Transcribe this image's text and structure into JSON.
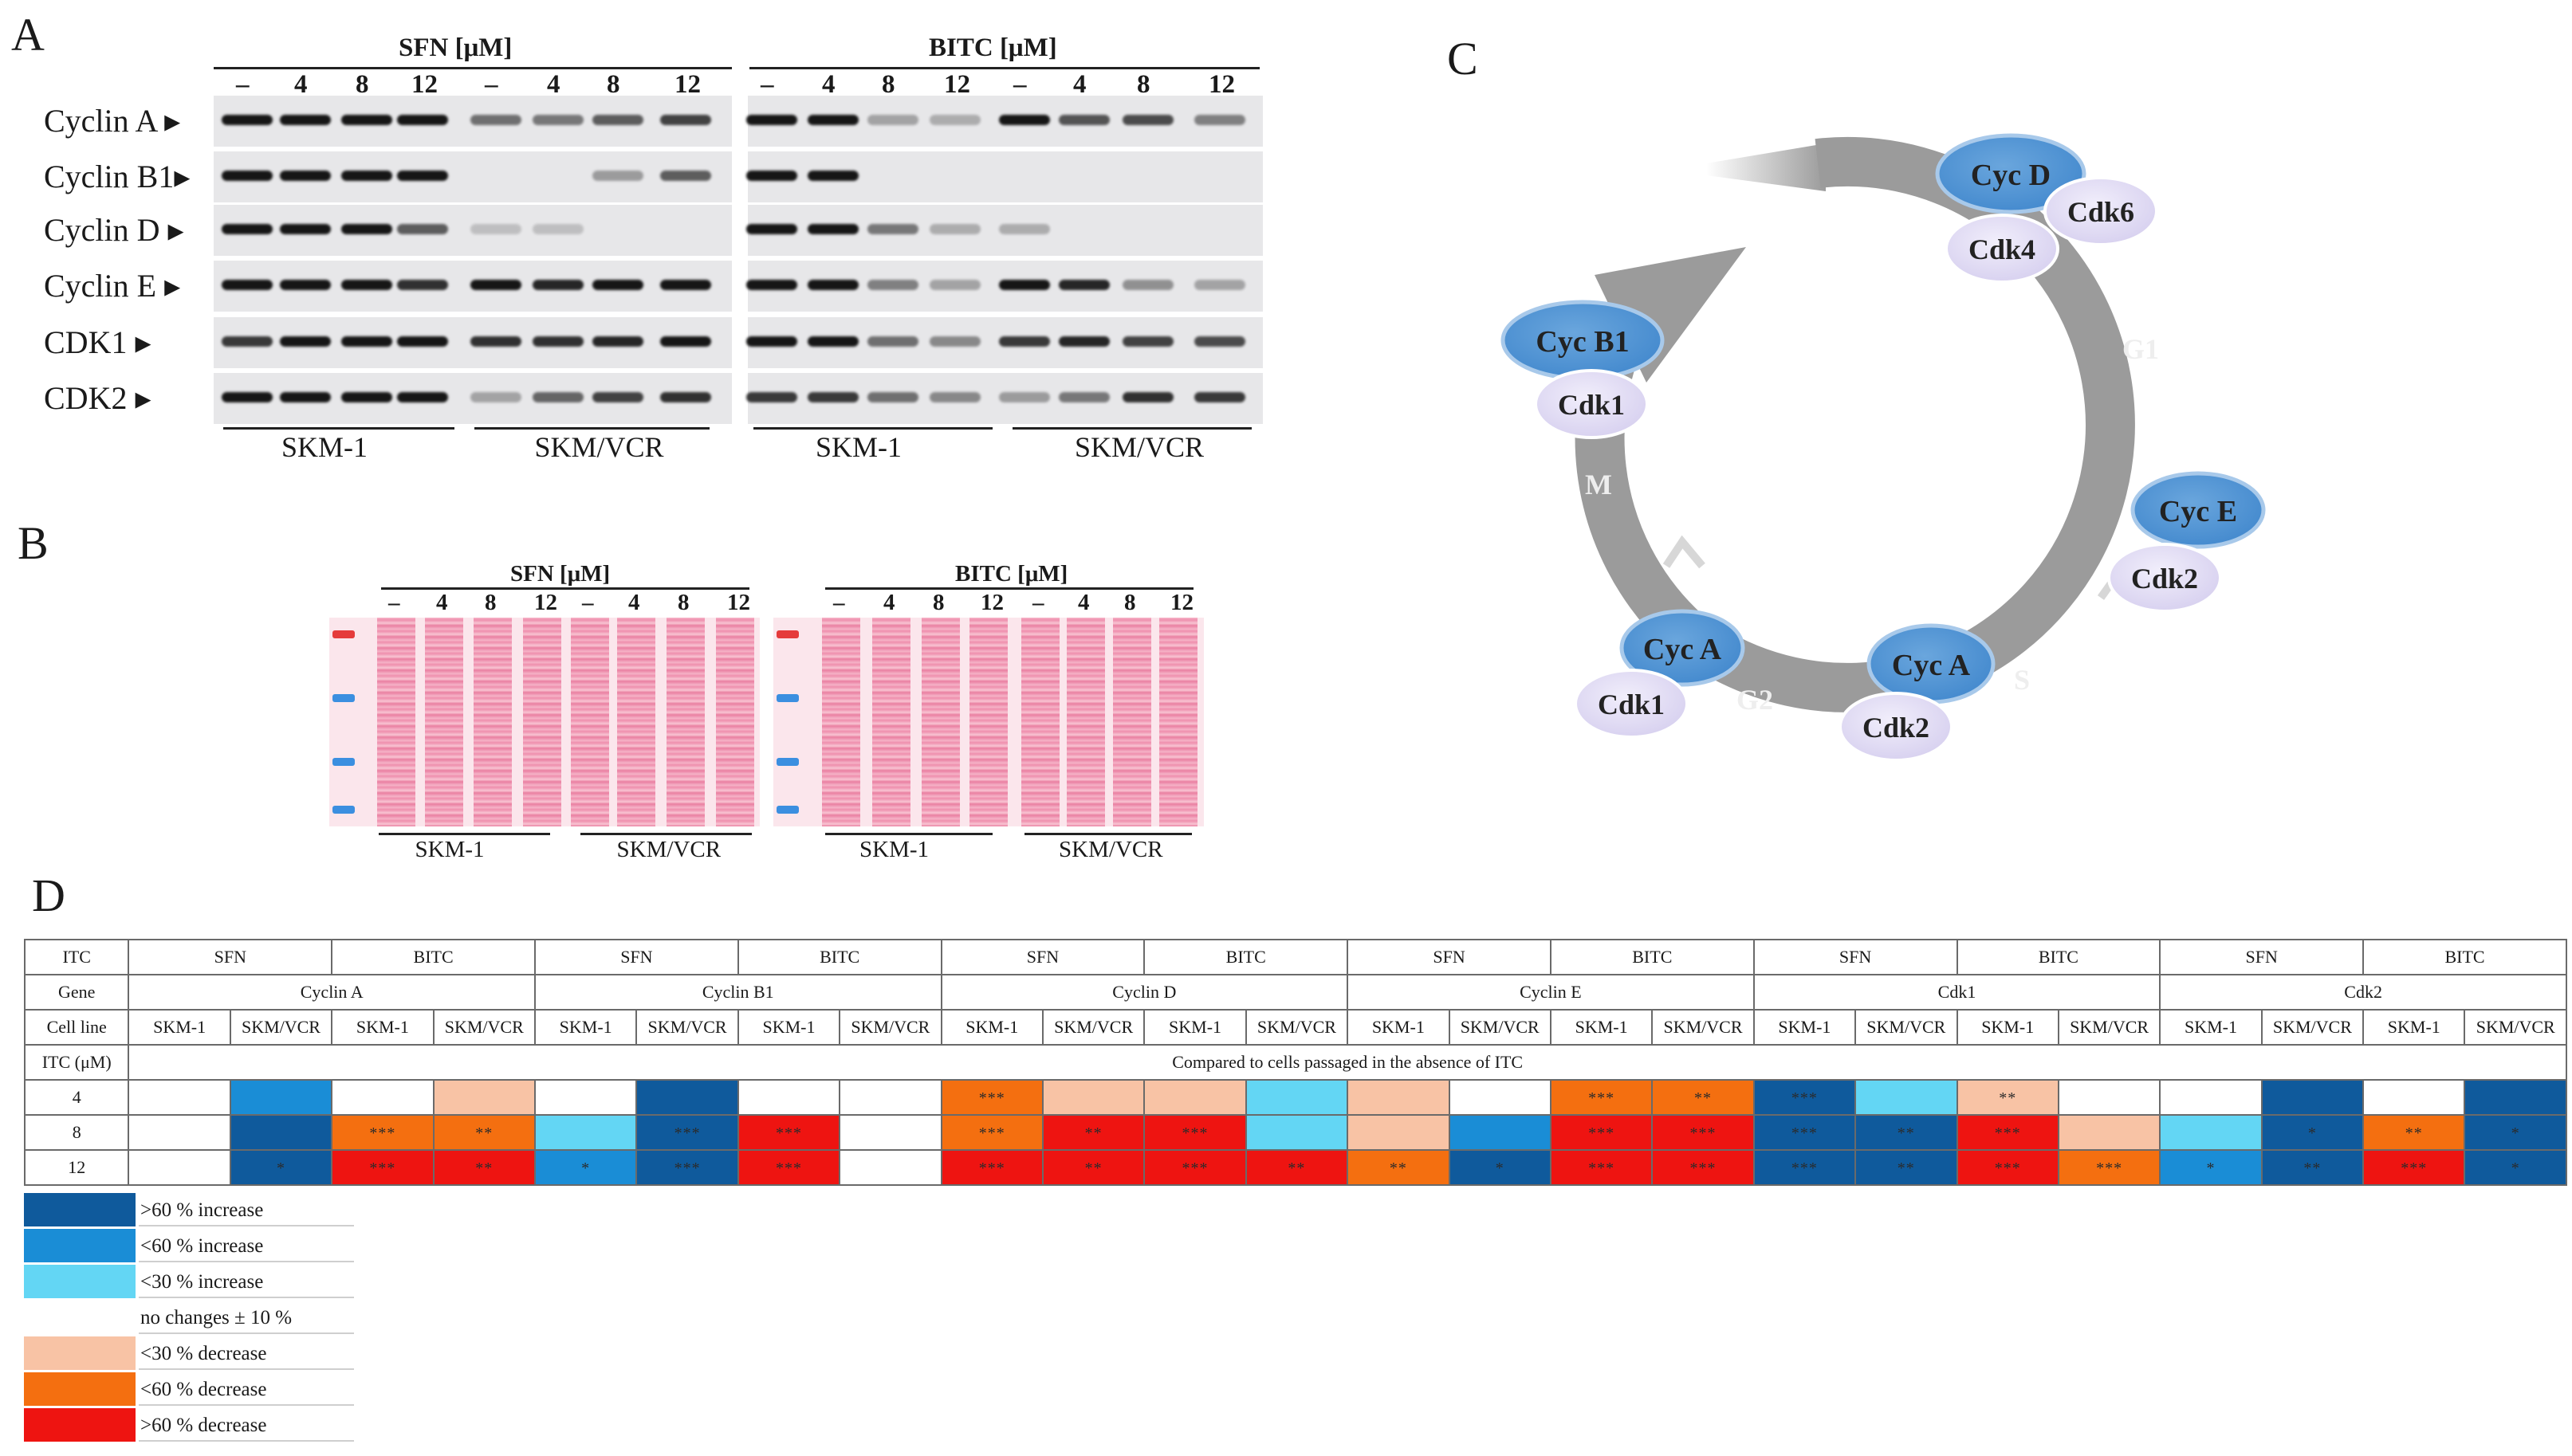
{
  "panels": {
    "a": "A",
    "b": "B",
    "c": "C",
    "d": "D"
  },
  "panelA": {
    "group_sfn": "SFN [μM]",
    "group_bitc": "BITC [μM]",
    "doses": [
      "–",
      "4",
      "8",
      "12",
      "–",
      "4",
      "8",
      "12"
    ],
    "proteins": [
      "Cyclin A ▸",
      "Cyclin B1▸",
      "Cyclin D ▸",
      "Cyclin E ▸",
      "CDK1 ▸",
      "CDK2 ▸"
    ],
    "lines": [
      "SKM-1",
      "SKM/VCR",
      "SKM-1",
      "SKM/VCR"
    ]
  },
  "panelB": {
    "group_sfn": "SFN [μM]",
    "group_bitc": "BITC [μM]",
    "doses": [
      "–",
      "4",
      "8",
      "12",
      "–",
      "4",
      "8",
      "12"
    ],
    "lines": [
      "SKM-1",
      "SKM/VCR",
      "SKM-1",
      "SKM/VCR"
    ]
  },
  "panelC": {
    "phases": [
      "G1",
      "S",
      "G2",
      "M"
    ],
    "cyclins": [
      "Cyc D",
      "Cyc E",
      "Cyc A",
      "Cyc A",
      "Cyc B1"
    ],
    "cdks": [
      "Cdk6",
      "Cdk4",
      "Cdk2",
      "Cdk2",
      "Cdk1",
      "Cdk1"
    ]
  },
  "panelD": {
    "row_labels": {
      "itc": "ITC",
      "gene": "Gene",
      "cell_line": "Cell line",
      "itc_um": "ITC (μM)"
    },
    "itc_cols": [
      "SFN",
      "BITC",
      "SFN",
      "BITC",
      "SFN",
      "BITC",
      "SFN",
      "BITC",
      "SFN",
      "BITC",
      "SFN",
      "BITC"
    ],
    "genes": [
      "Cyclin A",
      "Cyclin B1",
      "Cyclin D",
      "Cyclin E",
      "Cdk1",
      "Cdk2"
    ],
    "cell_lines": [
      "SKM-1",
      "SKM/VCR",
      "SKM-1",
      "SKM/VCR",
      "SKM-1",
      "SKM/VCR",
      "SKM-1",
      "SKM/VCR",
      "SKM-1",
      "SKM/VCR",
      "SKM-1",
      "SKM/VCR",
      "SKM-1",
      "SKM/VCR",
      "SKM-1",
      "SKM/VCR",
      "SKM-1",
      "SKM/VCR",
      "SKM-1",
      "SKM/VCR",
      "SKM-1",
      "SKM/VCR",
      "SKM-1",
      "SKM/VCR"
    ],
    "compared_note": "Compared to cells  passaged in the absence of ITC",
    "doses": [
      "4",
      "8",
      "12"
    ],
    "heat": [
      [
        "N",
        "I2",
        "N",
        "D1",
        "N",
        "I3",
        "N",
        "N",
        "D2",
        "D1",
        "D1",
        "I1",
        "D1",
        "N",
        "D2",
        "D2",
        "I3",
        "I1",
        "D1",
        "N",
        "N",
        "I3",
        "N",
        "I3"
      ],
      [
        "N",
        "I3",
        "D2",
        "D2",
        "I1",
        "I3",
        "D3",
        "N",
        "D2",
        "D3",
        "D3",
        "I1",
        "D1",
        "I2",
        "D3",
        "D3",
        "I3",
        "I3",
        "D3",
        "D1",
        "I1",
        "I3",
        "D2",
        "I3"
      ],
      [
        "N",
        "I3",
        "D3",
        "D3",
        "I2",
        "I3",
        "D3",
        "N",
        "D3",
        "D3",
        "D3",
        "D3",
        "D2",
        "I3",
        "D3",
        "D3",
        "I3",
        "I3",
        "D3",
        "D2",
        "I2",
        "I3",
        "D3",
        "I3"
      ]
    ],
    "stars": [
      [
        "",
        "",
        "",
        "",
        "",
        "",
        "",
        "",
        "***",
        "",
        "",
        "",
        "",
        "",
        "***",
        "**",
        "***",
        "",
        "**",
        "",
        "",
        "",
        "",
        ""
      ],
      [
        "",
        "",
        "***",
        "**",
        "",
        "***",
        "***",
        "",
        "***",
        "**",
        "***",
        "",
        "",
        "",
        "***",
        "***",
        "***",
        "**",
        "***",
        "",
        "",
        "*",
        "**",
        "*"
      ],
      [
        "",
        "*",
        "***",
        "**",
        "*",
        "***",
        "***",
        "",
        "***",
        "**",
        "***",
        "**",
        "**",
        "*",
        "***",
        "***",
        "***",
        "**",
        "***",
        "***",
        "*",
        "**",
        "***",
        "*"
      ]
    ],
    "colors": {
      "I3": "#0f5a9c",
      "I2": "#1a8dd6",
      "I1": "#63d6f4",
      "N": "#ffffff",
      "D1": "#f8c3a5",
      "D2": "#f46f10",
      "D3": "#ee1411"
    },
    "legend": [
      {
        "key": "I3",
        "label": ">60 % increase"
      },
      {
        "key": "I2",
        "label": "<60 % increase"
      },
      {
        "key": "I1",
        "label": "<30 % increase"
      },
      {
        "key": "N",
        "label": "no changes ± 10 %"
      },
      {
        "key": "D1",
        "label": "<30 % decrease"
      },
      {
        "key": "D2",
        "label": "<60 % decrease"
      },
      {
        "key": "D3",
        "label": ">60 % decrease"
      }
    ]
  }
}
